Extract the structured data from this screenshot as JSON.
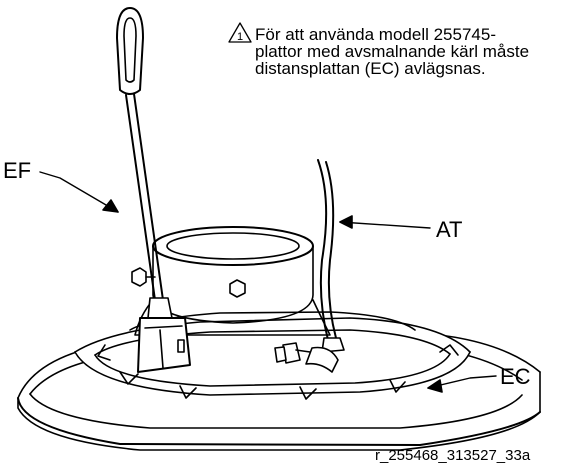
{
  "warning": {
    "marker": "1",
    "lines": [
      "För att använda modell 255745-",
      "plattor med avsmalnande kärl måste",
      "distansplattan (EC) avlägsnas."
    ]
  },
  "callouts": {
    "ef": "EF",
    "at": "AT",
    "ec": "EC"
  },
  "caption": "r_255468_313527_33a",
  "icons": {
    "warning_marker": "warning-triangle-icon"
  }
}
